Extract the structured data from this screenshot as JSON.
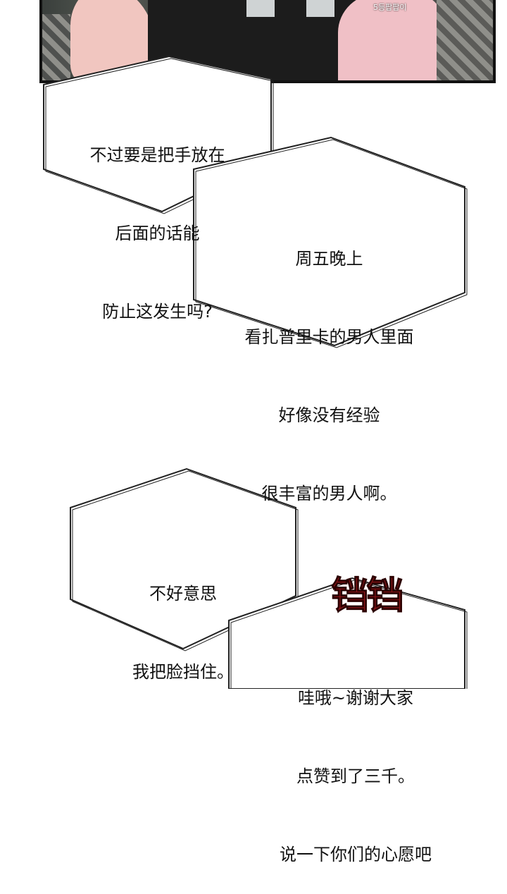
{
  "top_panel": {
    "credit_text": "5등팝팝이"
  },
  "bubbles": [
    {
      "lines": [
        "不过要是把手放在",
        "后面的话能",
        "防止这发生吗?"
      ]
    },
    {
      "lines": [
        "周五晚上",
        "看扎普里卡的男人里面",
        "好像没有经验",
        "很丰富的男人啊。"
      ]
    },
    {
      "lines": [
        "不好意思",
        "我把脸挡住。"
      ]
    },
    {
      "lines": [
        "哇哦~谢谢大家",
        "点赞到了三千。",
        "说一下你们的心愿吧"
      ]
    }
  ],
  "sound_effect": "铛铛",
  "colors": {
    "sfx": "#8a1518",
    "bubble_stroke": "#222222"
  }
}
